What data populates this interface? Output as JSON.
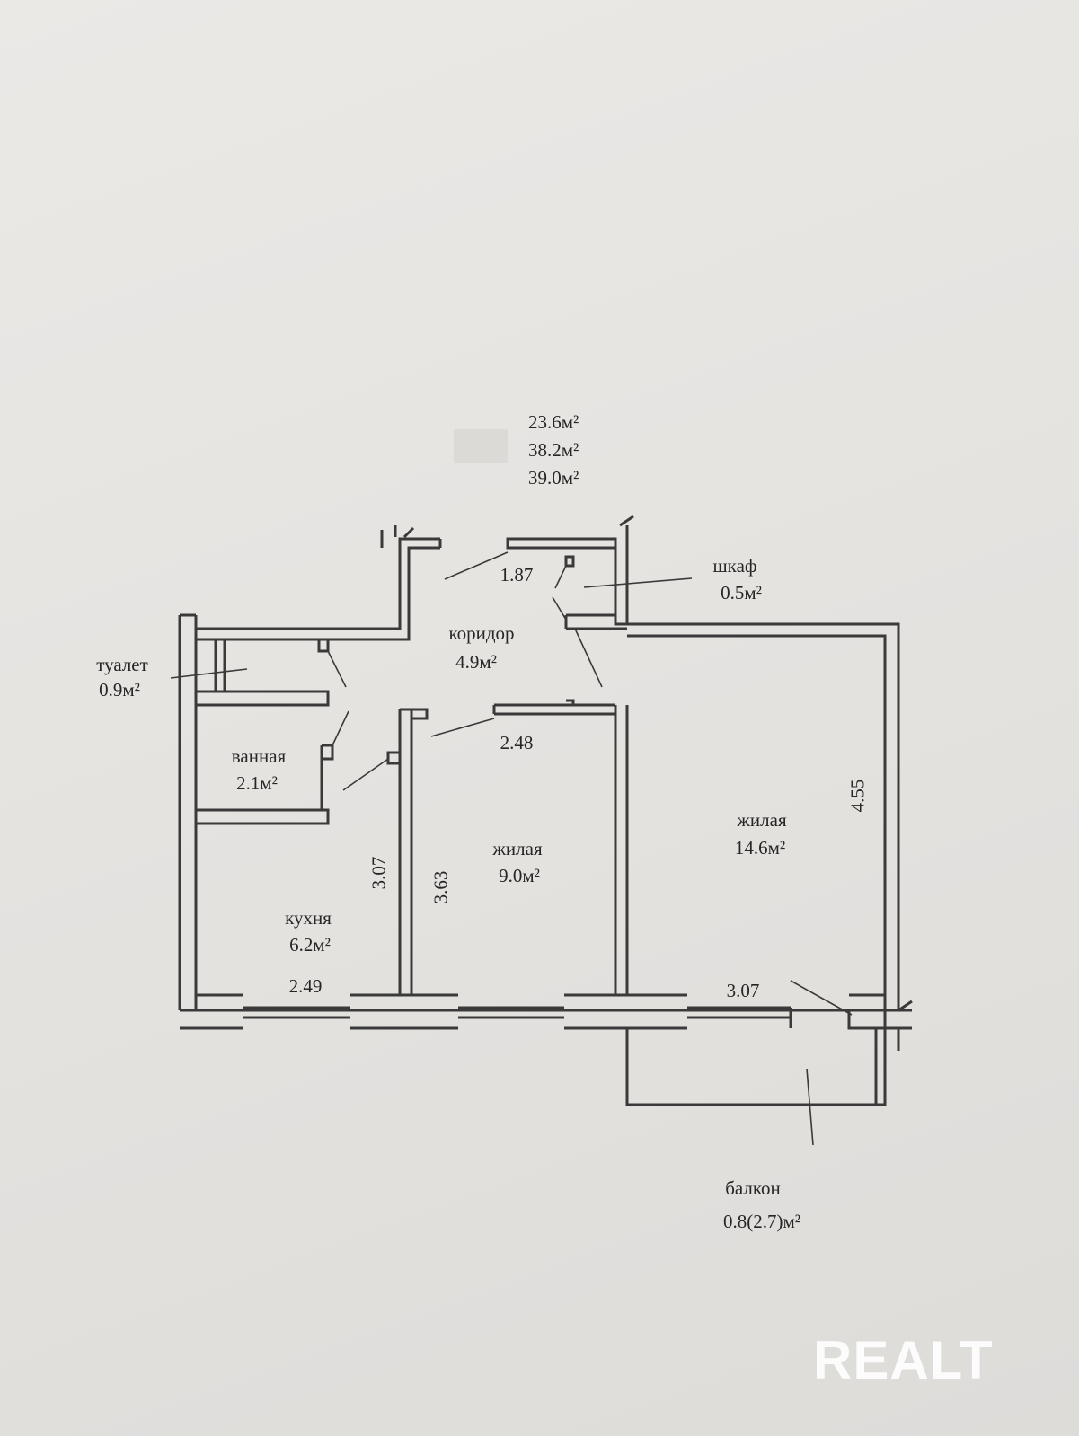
{
  "totals": {
    "line1": "23.6м²",
    "line2": "38.2м²",
    "line3": "39.0м²"
  },
  "rooms": {
    "closet": {
      "name": "шкаф",
      "area": "0.5м²"
    },
    "corridor": {
      "name": "коридор",
      "area": "4.9м²"
    },
    "toilet": {
      "name": "туалет",
      "area": "0.9м²"
    },
    "bathroom": {
      "name": "ванная",
      "area": "2.1м²"
    },
    "kitchen": {
      "name": "кухня",
      "area": "6.2м²"
    },
    "living_small": {
      "name": "жилая",
      "area": "9.0м²"
    },
    "living_large": {
      "name": "жилая",
      "area": "14.6м²"
    },
    "balcony": {
      "name": "балкон",
      "area": "0.8(2.7)м²"
    }
  },
  "dimensions": {
    "corridor_width": "1.87",
    "living_small_width": "2.48",
    "kitchen_height": "3.07",
    "living_small_height": "3.63",
    "living_large_height": "4.55",
    "kitchen_width": "2.49",
    "living_large_width": "3.07"
  },
  "watermark": "REALT",
  "colors": {
    "wall": "#3a3a3a",
    "paper": "#e7e5e2",
    "text": "#262626"
  }
}
